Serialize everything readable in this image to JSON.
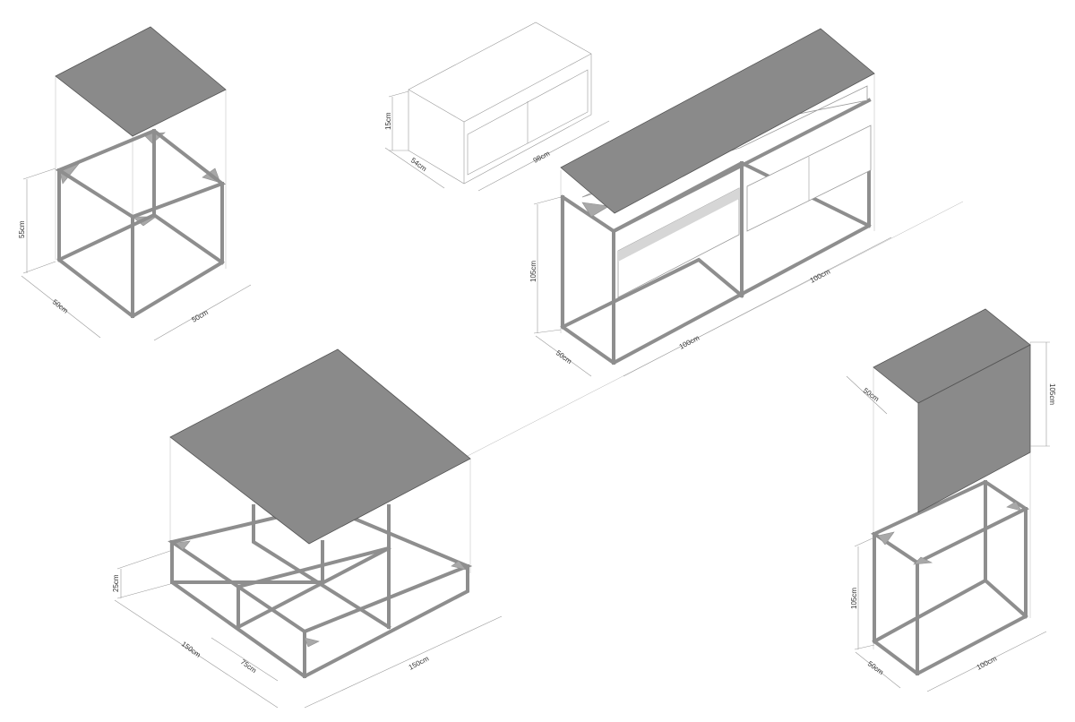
{
  "colors": {
    "panel": "#8a8a8a",
    "frame": "#8e8e8e",
    "line": "#9a9a9a"
  },
  "cube": {
    "height": "55cm",
    "depth": "50cm",
    "width": "50cm"
  },
  "drawer_unit": {
    "height": "15cm",
    "depth": "54cm",
    "width": "98cm"
  },
  "sideboard": {
    "height": "105cm",
    "depth": "50cm",
    "width_left": "100cm",
    "width_right": "100cm"
  },
  "coffee_table": {
    "height": "25cm",
    "depth": "150cm",
    "module": "75cm",
    "width": "150cm"
  },
  "tall_unit": {
    "top_depth": "50cm",
    "top_height": "105cm",
    "height": "105cm",
    "depth": "50cm",
    "width": "100cm"
  }
}
